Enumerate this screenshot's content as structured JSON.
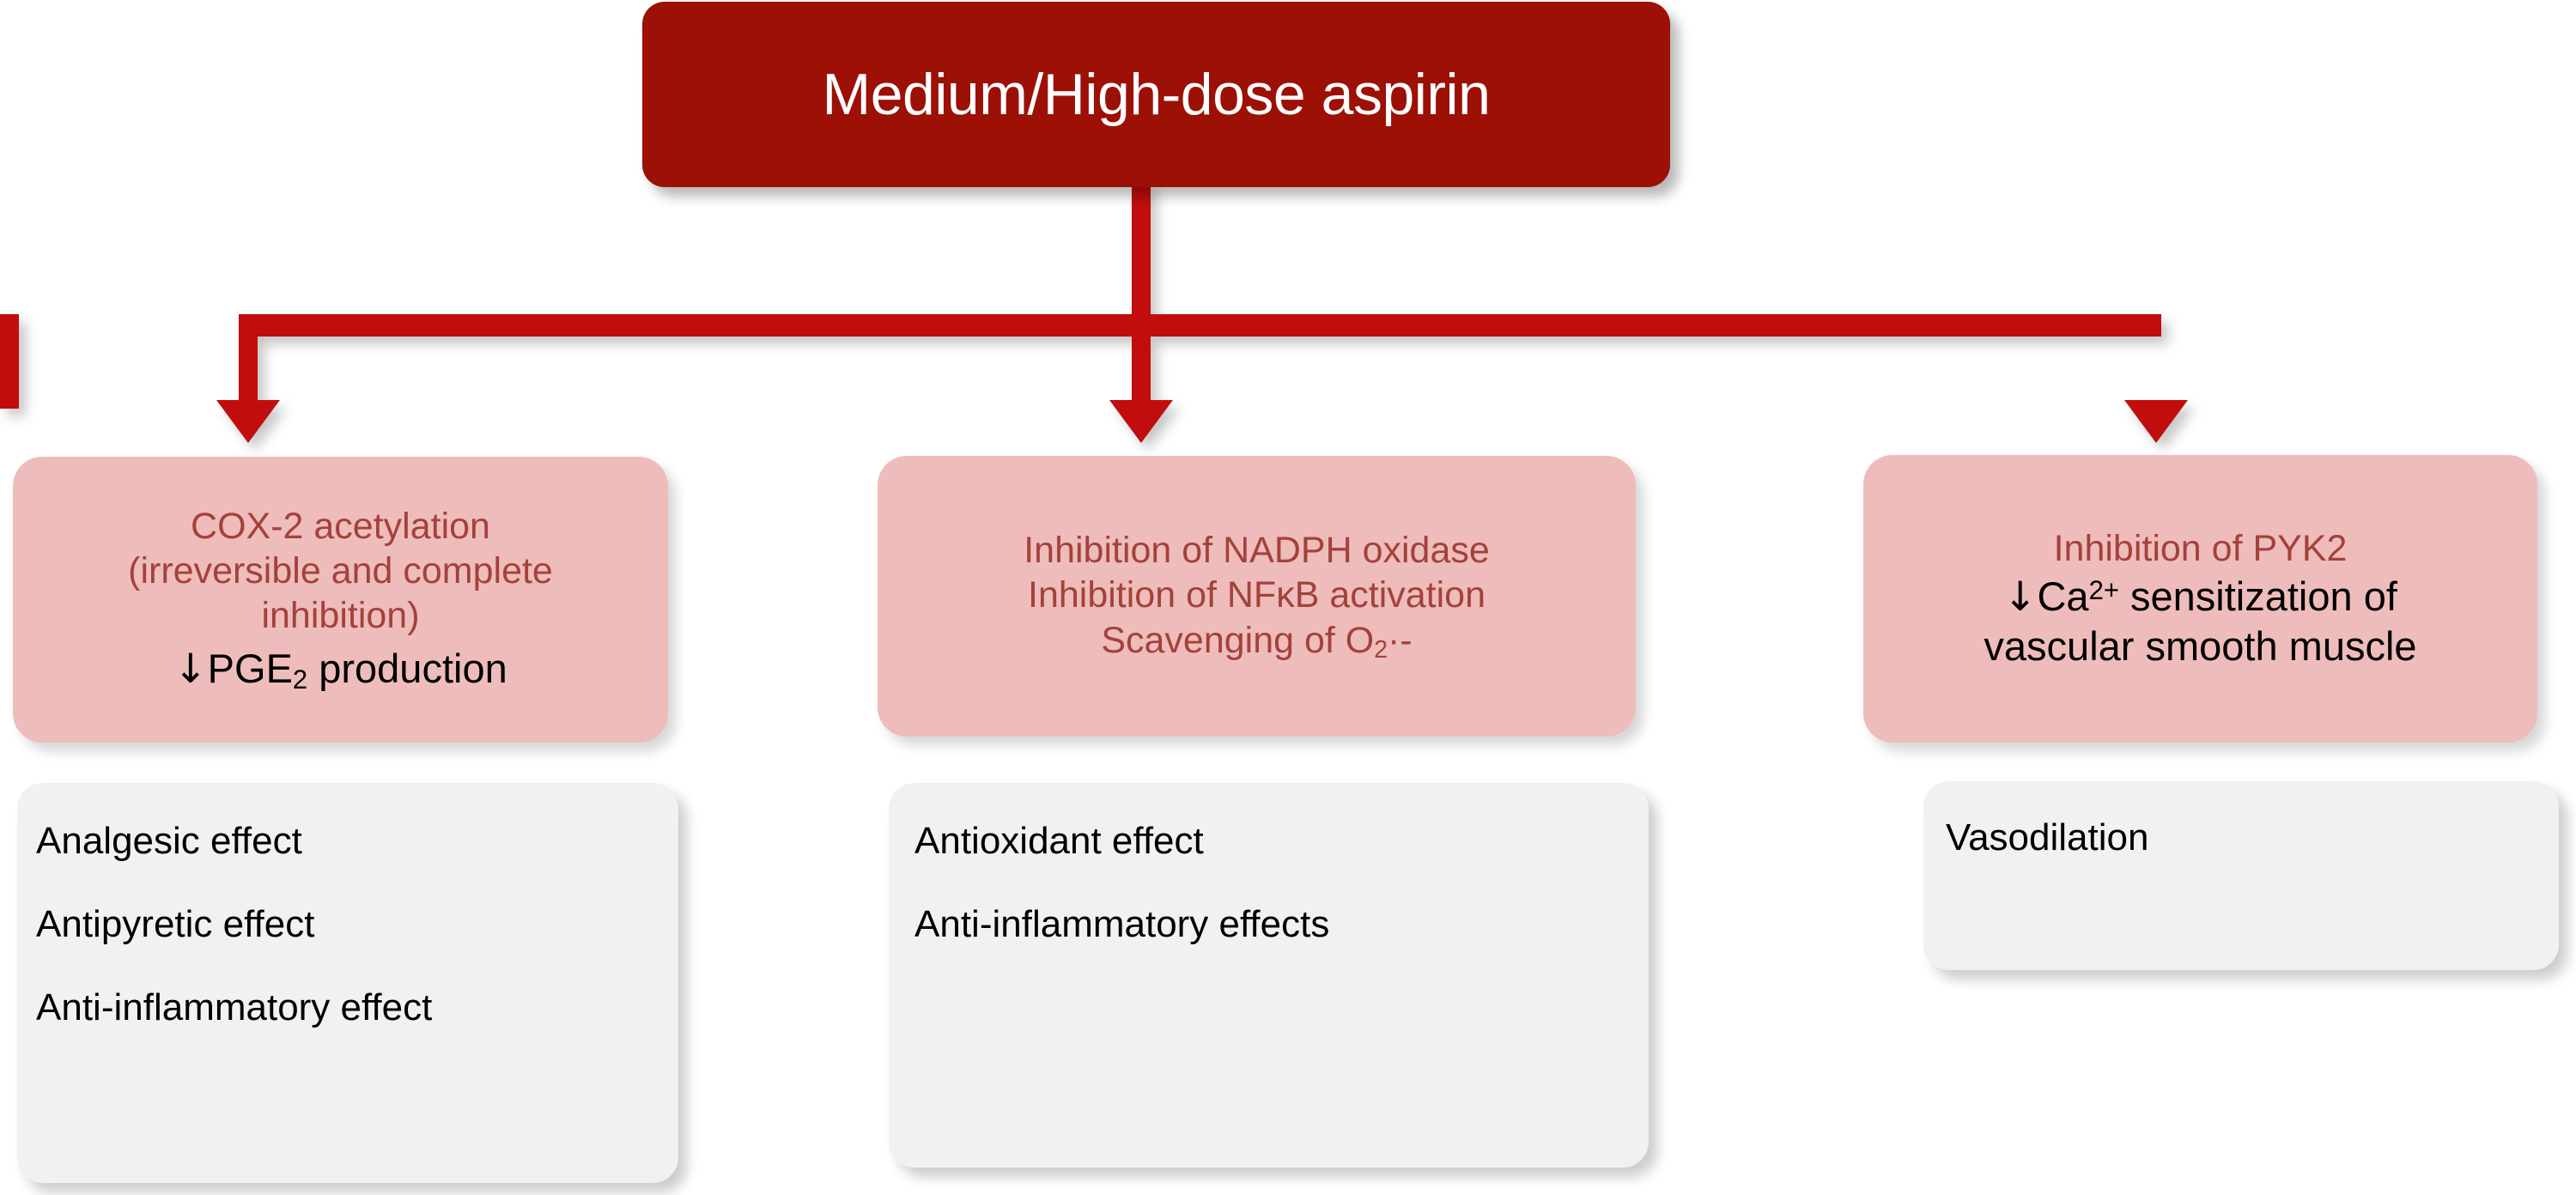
{
  "diagram": {
    "title_node": {
      "label": "Medium/High-dose aspirin",
      "color": "#9c1006",
      "text_color": "#ffffff"
    },
    "connector": {
      "color": "#c11108",
      "name": "branching-arrow-connector",
      "branches": 3
    },
    "mechanism_nodes": [
      {
        "id": "cox2",
        "color": "#eebdbb",
        "lines": [
          {
            "text": "COX-2 acetylation",
            "color": "#a4413b"
          },
          {
            "text": "(irreversible and complete",
            "color": "#a4413b"
          },
          {
            "text": "inhibition)",
            "color": "#a4413b"
          },
          {
            "text": "↓PGE2 production",
            "color": "#000000"
          }
        ]
      },
      {
        "id": "nadph",
        "color": "#eebdbb",
        "lines": [
          {
            "text": "Inhibition of NADPH oxidase",
            "color": "#a4413b"
          },
          {
            "text": "Inhibition of NFκB activation",
            "color": "#a4413b"
          },
          {
            "text": "Scavenging of O2·-",
            "color": "#a4413b"
          }
        ]
      },
      {
        "id": "pyk2",
        "color": "#eebdbb",
        "lines": [
          {
            "text": "Inhibition of PYK2",
            "color": "#a4413b"
          },
          {
            "text": "↓Ca2+ sensitization of",
            "color": "#000000"
          },
          {
            "text": "vascular smooth muscle",
            "color": "#000000"
          }
        ]
      }
    ],
    "outcome_nodes": [
      {
        "id": "analgesic-group",
        "color": "#f1f1f1",
        "lines": [
          "Analgesic effect",
          "Antipyretic effect",
          "Anti-inflammatory effect"
        ]
      },
      {
        "id": "antioxidant-group",
        "color": "#f1f1f1",
        "lines": [
          "Antioxidant effect",
          "Anti-inflammatory effects"
        ]
      },
      {
        "id": "vasodilation-group",
        "color": "#f1f1f1",
        "lines": [
          "Vasodilation"
        ]
      }
    ]
  }
}
